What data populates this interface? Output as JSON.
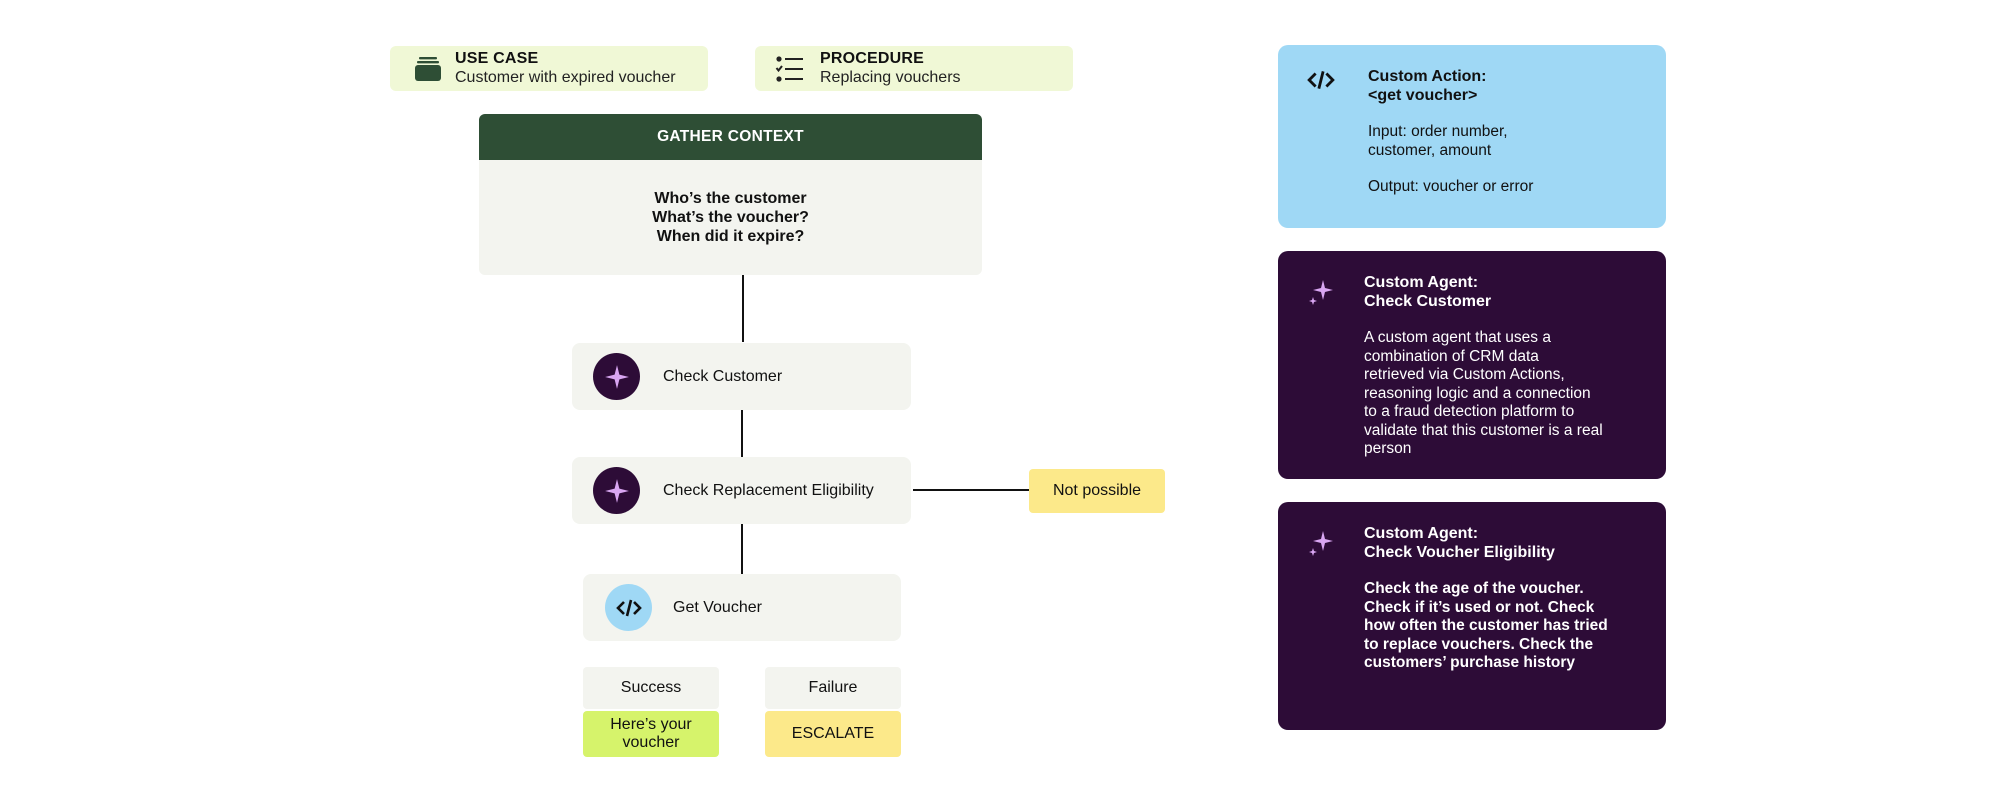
{
  "tags": {
    "use_case": {
      "title": "USE CASE",
      "subtitle": "Customer with expired voucher",
      "icon": "stack-icon"
    },
    "procedure": {
      "title": "PROCEDURE",
      "subtitle": "Replacing vouchers",
      "icon": "checklist-icon"
    }
  },
  "context": {
    "header": "GATHER CONTEXT",
    "line1": "Who’s the customer",
    "line2": "What’s the voucher?",
    "line3": "When did it expire?"
  },
  "steps": {
    "check_customer": "Check Customer",
    "check_eligibility": "Check Replacement Eligibility",
    "get_voucher": "Get Voucher"
  },
  "outcomes": {
    "not_possible": "Not possible",
    "success_label": "Success",
    "success_result": "Here’s your voucher",
    "failure_label": "Failure",
    "failure_result": "ESCALATE"
  },
  "side": {
    "action": {
      "title1": "Custom Action:",
      "title2": "<get voucher>",
      "input1": "Input: order number,",
      "input2": "customer, amount",
      "output": "Output: voucher or error"
    },
    "agent_customer": {
      "title1": "Custom Agent:",
      "title2": "Check Customer",
      "body": [
        "A custom agent that uses a",
        "combination of CRM data",
        "retrieved via Custom Actions,",
        "reasoning logic and a connection",
        "to a fraud detection platform to",
        "validate that this customer is a real",
        "person"
      ]
    },
    "agent_voucher": {
      "title1": "Custom Agent:",
      "title2": "Check Voucher Eligibility",
      "body": [
        "Check the age of the voucher.",
        "Check if it’s used or not. Check",
        "how often the customer has tried",
        "to replace vouchers. Check the",
        "customers’ purchase history"
      ]
    }
  },
  "colors": {
    "tag_bg": "#f0f8d6",
    "context_header": "#2e4e35",
    "card_bg": "#f3f4ef",
    "agent_purple": "#2d0c37",
    "sparkle": "#d9a6f2",
    "action_blue": "#9fd8f5",
    "success_green": "#d6f36b",
    "yellow": "#fce98a"
  }
}
